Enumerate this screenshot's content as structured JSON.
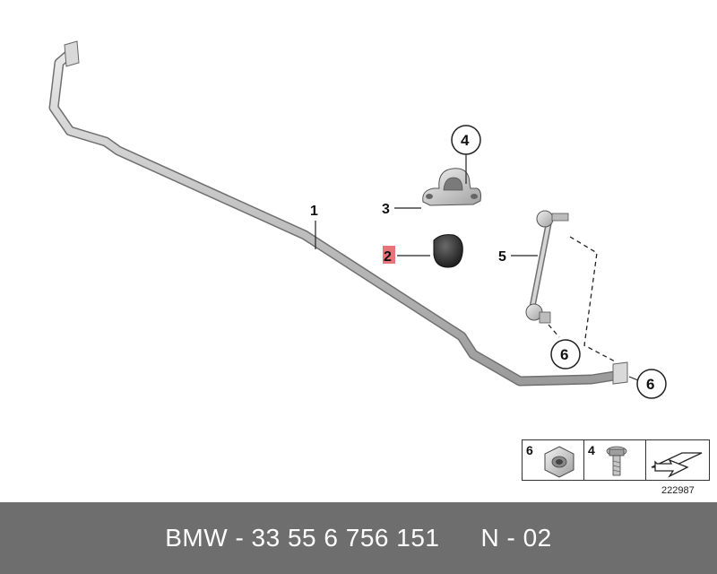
{
  "callouts": {
    "stabilizer_bar": "1",
    "rubber_mounting": "2",
    "bracket": "3",
    "bracket_bolt": "4",
    "swing_support": "5",
    "nut_upper": "6",
    "nut_lower": "6"
  },
  "highlight_color": "#e8747a",
  "legend": {
    "nut_number": "6",
    "bolt_number": "4"
  },
  "reference_number": "222987",
  "footer": {
    "part_number": "BMW - 33 55 6 756 151",
    "note": "N - 02"
  }
}
